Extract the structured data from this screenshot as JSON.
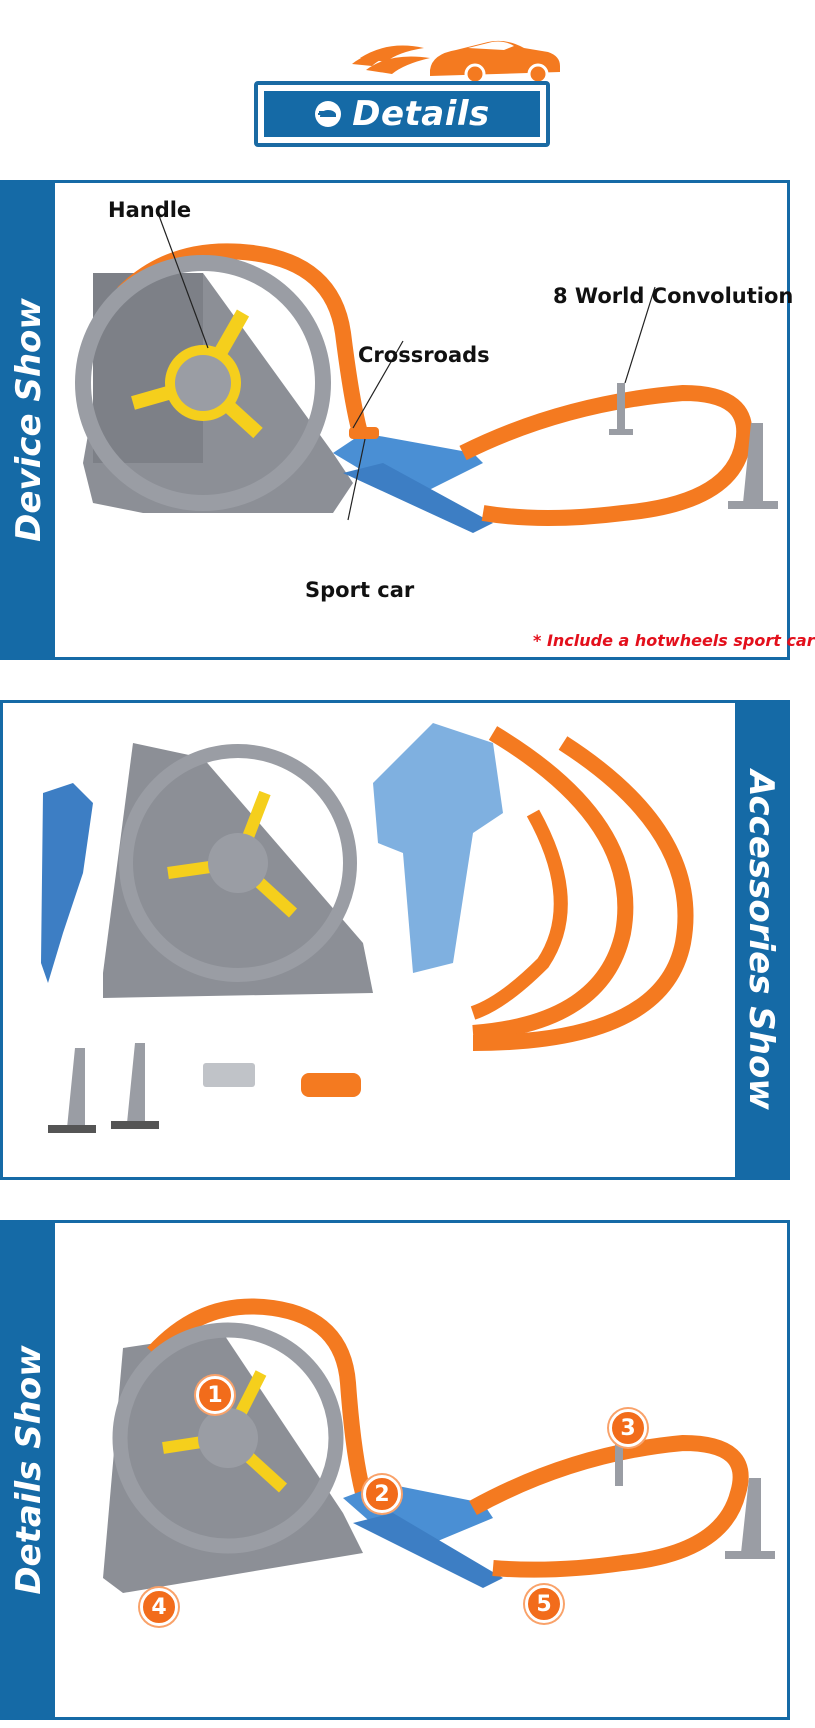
{
  "header": {
    "title": "Details",
    "logo_icon": "flaming-car-icon"
  },
  "panel_device": {
    "side_label": "Device Show",
    "callouts": {
      "handle": "Handle",
      "crossroads": "Crossroads",
      "convolution": "8 World Convolution",
      "sport_car": "Sport car"
    },
    "note": "* Include a hotwheels sport car"
  },
  "panel_accessories": {
    "side_label": "Accessories Show"
  },
  "panel_details": {
    "side_label": "Details Show",
    "markers": [
      "1",
      "2",
      "3",
      "4",
      "5"
    ]
  },
  "colors": {
    "brand_blue": "#156aa6",
    "track_orange": "#f47a20",
    "marker_orange": "#f26c1b",
    "note_red": "#e3101c",
    "base_gray": "#8c8f96",
    "wheel_yellow": "#f5cf1c",
    "crossroad_blue": "#4a8fd4"
  }
}
